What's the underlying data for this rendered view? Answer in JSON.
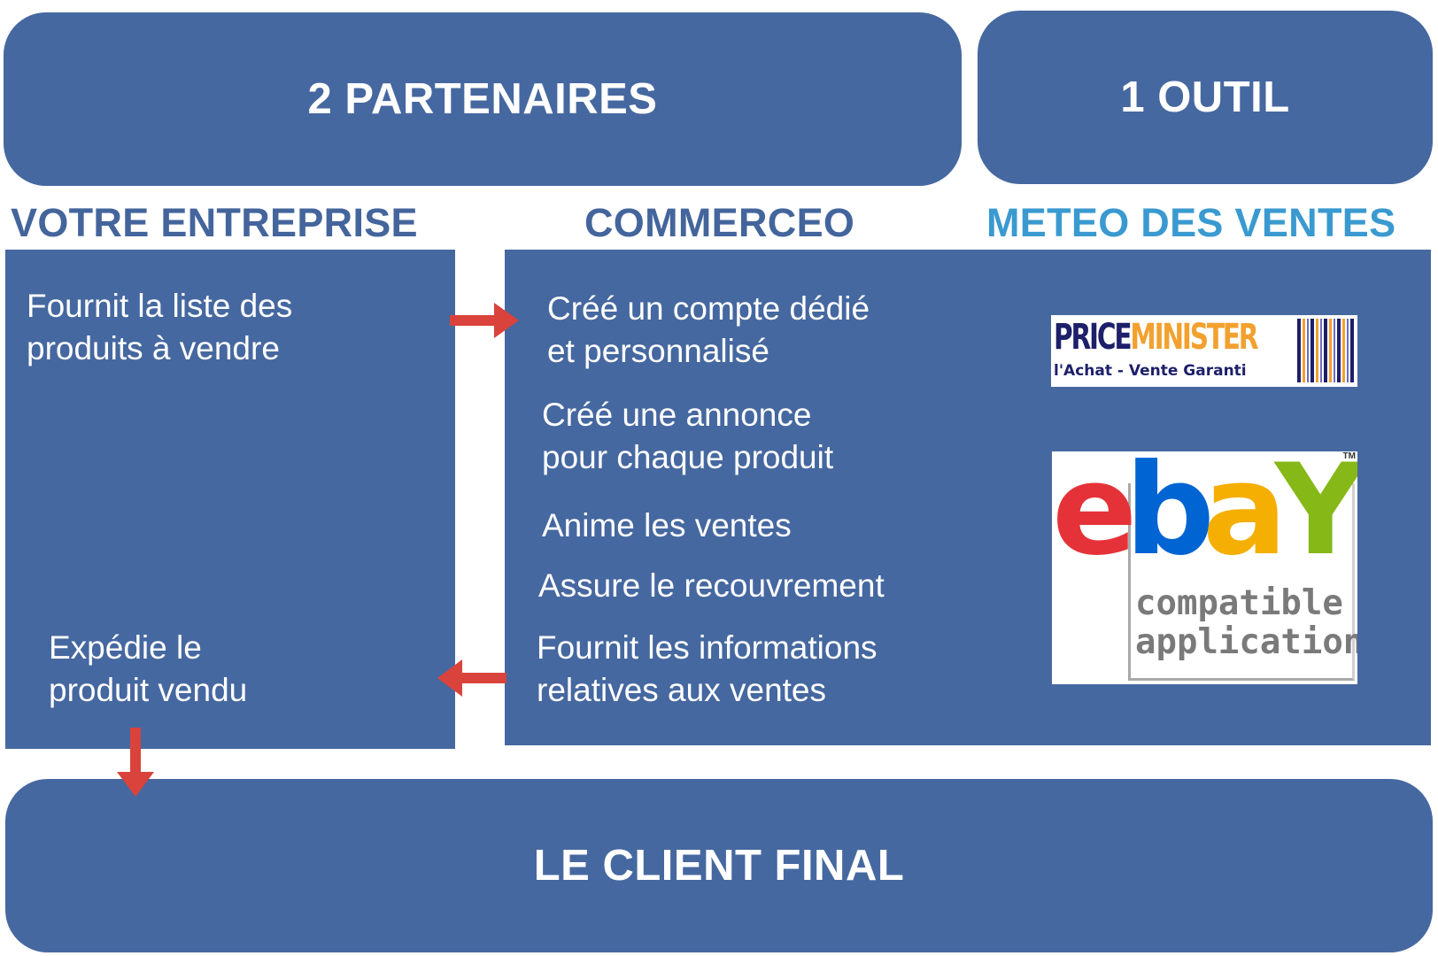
{
  "top": {
    "partners_label": "2 PARTENAIRES",
    "tool_label": "1 OUTIL"
  },
  "columns": {
    "company": {
      "title": "VOTRE ENTREPRISE",
      "color": "#44659c",
      "items": [
        {
          "lines": [
            "Fournit la liste des",
            "produits à vendre"
          ]
        },
        {
          "lines": [
            "Expédie le",
            "produit vendu"
          ]
        }
      ]
    },
    "commerceo": {
      "title": "COMMERCEO",
      "color": "#44659c",
      "items": [
        {
          "lines": [
            "Créé un compte dédié",
            "et personnalisé"
          ]
        },
        {
          "lines": [
            "Créé une annonce",
            "pour chaque produit"
          ]
        },
        {
          "lines": [
            "Anime les ventes"
          ]
        },
        {
          "lines": [
            "Assure le recouvrement"
          ]
        },
        {
          "lines": [
            "Fournit les informations",
            "relatives aux ventes"
          ]
        }
      ]
    },
    "tool": {
      "title": "METEO DES VENTES",
      "color": "#3a9ad0"
    }
  },
  "logos": {
    "priceminister": {
      "name_part1": "PRICE",
      "name_part2": "MINISTER",
      "tagline": "l'Achat - Vente Garanti"
    },
    "ebay": {
      "letters": [
        "e",
        "b",
        "a",
        "Y"
      ],
      "tm": "TM",
      "sub_line1": "compatible",
      "sub_line2": "application"
    }
  },
  "bottom": {
    "client_label": "LE CLIENT FINAL"
  },
  "colors": {
    "box_fill": "#4668a0",
    "arrow": "#d9433c",
    "text_on_box": "#ffffff"
  }
}
